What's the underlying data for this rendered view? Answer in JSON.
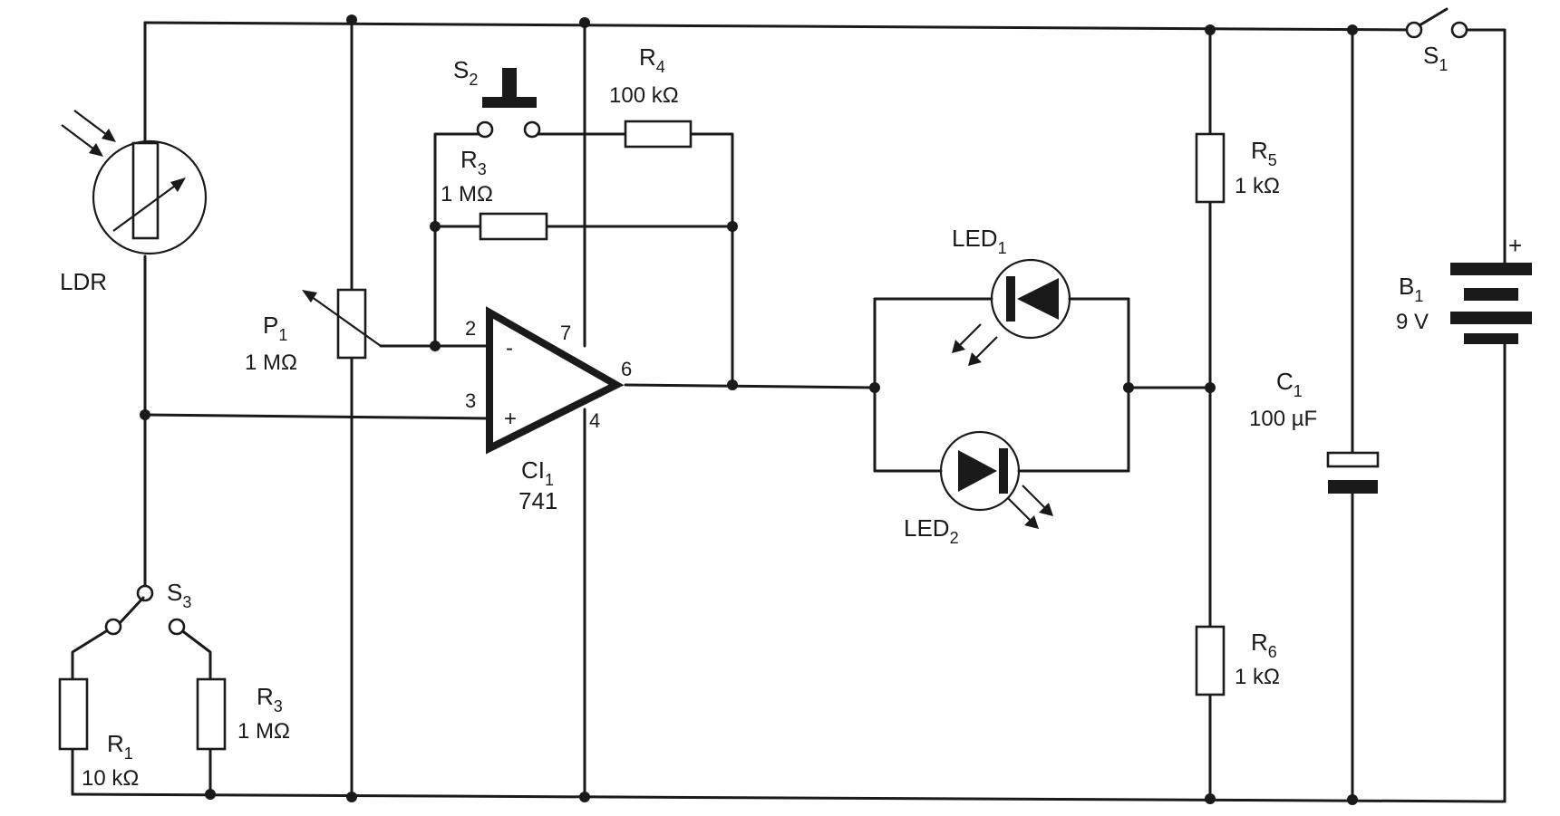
{
  "components": {
    "ldr": {
      "name": "LDR"
    },
    "r1": {
      "name": "R",
      "sub": "1",
      "value": "10 kΩ"
    },
    "r3b": {
      "name": "R",
      "sub": "3",
      "value": "1 MΩ"
    },
    "s3": {
      "name": "S",
      "sub": "3"
    },
    "p1": {
      "name": "P",
      "sub": "1",
      "value": "1 MΩ"
    },
    "s2": {
      "name": "S",
      "sub": "2"
    },
    "r3a": {
      "name": "R",
      "sub": "3",
      "value": "1 MΩ"
    },
    "r4": {
      "name": "R",
      "sub": "4",
      "value": "100 kΩ"
    },
    "ci1": {
      "name": "CI",
      "sub": "1",
      "value": "741"
    },
    "led1": {
      "name": "LED",
      "sub": "1"
    },
    "led2": {
      "name": "LED",
      "sub": "2"
    },
    "r5": {
      "name": "R",
      "sub": "5",
      "value": "1 kΩ"
    },
    "r6": {
      "name": "R",
      "sub": "6",
      "value": "1 kΩ"
    },
    "c1": {
      "name": "C",
      "sub": "1",
      "value": "100 µF"
    },
    "s1": {
      "name": "S",
      "sub": "1"
    },
    "b1": {
      "name": "B",
      "sub": "1",
      "value": "9 V",
      "polarity": "+"
    }
  },
  "opamp": {
    "pins": {
      "inv": "2",
      "noninv": "3",
      "vcc": "7",
      "gnd": "4",
      "out": "6"
    },
    "inv_sign": "-",
    "noninv_sign": "+"
  }
}
